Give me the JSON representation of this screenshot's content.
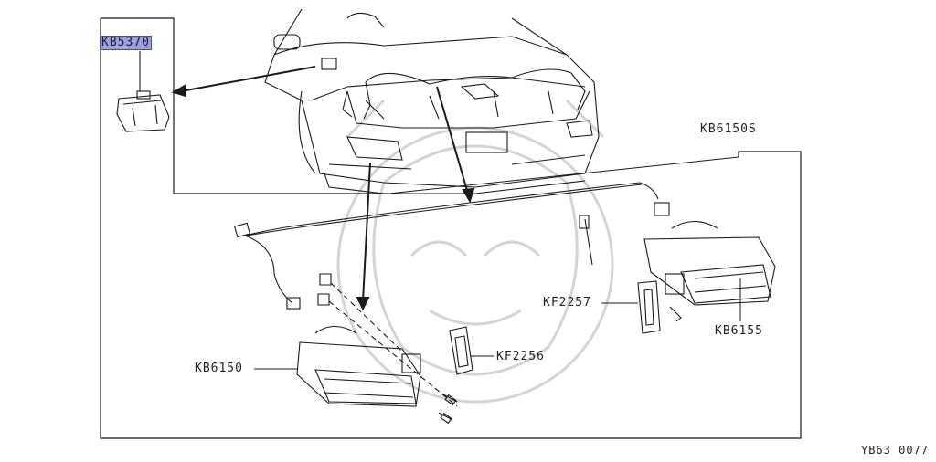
{
  "colors": {
    "line": "#1a1a1a",
    "highlight": "#9aa0e6",
    "watermark": "#cfcfcf"
  },
  "labels": {
    "kb5370": "KB5370",
    "kb6150s": "KB6150S",
    "kf2257": "KF2257",
    "kb6155": "KB6155",
    "kb6150": "KB6150",
    "kf2256": "KF2256"
  },
  "reference_code": "YB63 0077",
  "highlighted_part": "KB5370"
}
